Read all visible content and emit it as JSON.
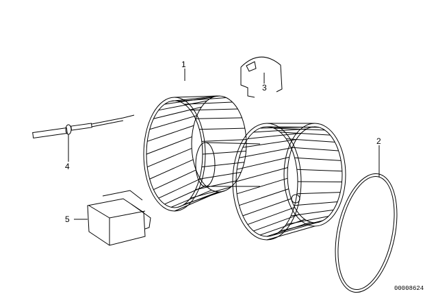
{
  "diagram": {
    "callouts": [
      {
        "id": "1",
        "part": "blower-fan-assembly"
      },
      {
        "id": "2",
        "part": "sealing-ring"
      },
      {
        "id": "3",
        "part": "retaining-clamp"
      },
      {
        "id": "4",
        "part": "temperature-sensor"
      },
      {
        "id": "5",
        "part": "resistor-module"
      }
    ],
    "catalog_number": "00008624"
  }
}
